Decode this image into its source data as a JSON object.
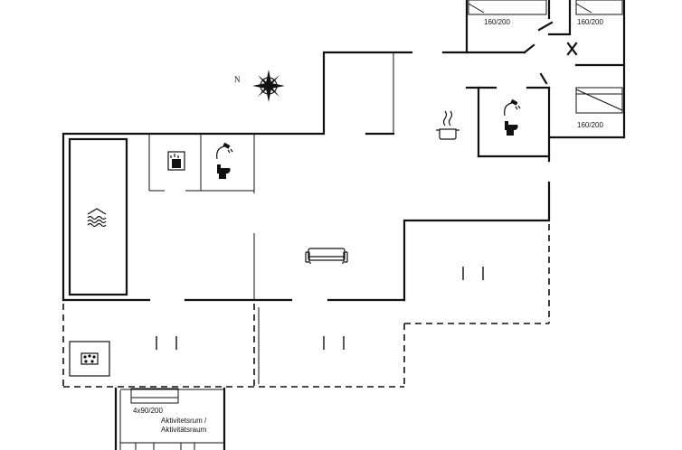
{
  "compass": {
    "label": "N"
  },
  "beds": {
    "top_left": "160/200",
    "top_right": "160/200",
    "right": "160/200",
    "bunk": "4x90/200"
  },
  "rooms": {
    "activity_line1": "Aktivitetsrum /",
    "activity_line2": "Aktivitätsraum"
  },
  "icons": {
    "compass": "compass-rose-icon",
    "pool": "indoor-pool-icon",
    "sauna": "sauna-icon",
    "shower_toilet_1": "shower-toilet-icon",
    "shower_toilet_2": "shower-toilet-icon",
    "kitchen": "cooking-pot-icon",
    "sofa": "sofa-icon",
    "whirlpool": "whirlpool-icon",
    "bed": "double-bed-icon"
  }
}
